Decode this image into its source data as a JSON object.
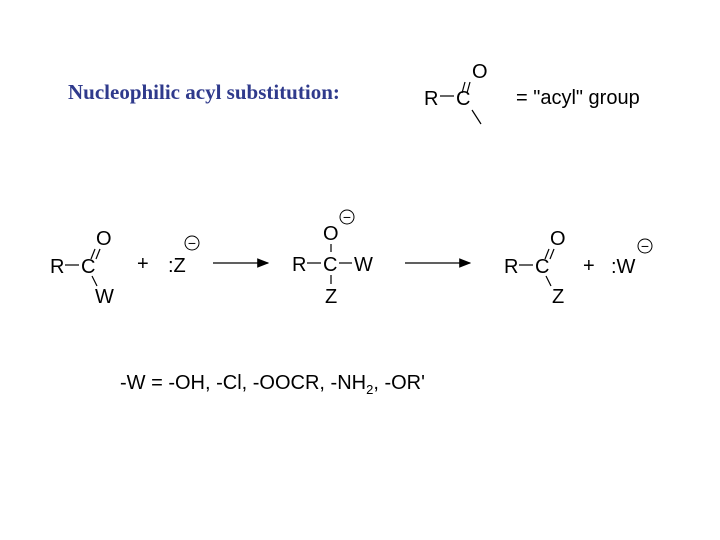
{
  "title": "Nucleophilic acyl substitution:",
  "acyl_definition": {
    "atoms": {
      "O": "O",
      "R": "R",
      "C": "C"
    },
    "label": "= \"acyl\" group"
  },
  "reactant": {
    "O": "O",
    "R": "R",
    "C": "C",
    "W": "W"
  },
  "plus_1": "+",
  "nucleophile": {
    "label": ":Z",
    "charge": "−"
  },
  "intermediate": {
    "O": "O",
    "O_charge": "−",
    "R": "R",
    "C": "C",
    "W": "W",
    "Z": "Z"
  },
  "product": {
    "O": "O",
    "R": "R",
    "C": "C",
    "Z": "Z"
  },
  "plus_2": "+",
  "leaving_group": {
    "label": ":W",
    "charge": "−"
  },
  "footnote": {
    "prefix": "-W = -OH, -Cl, -OOCR, -NH",
    "subscript": "2",
    "suffix": ", -OR'"
  },
  "colors": {
    "title": "#2f3a8c",
    "ink": "#000000"
  }
}
